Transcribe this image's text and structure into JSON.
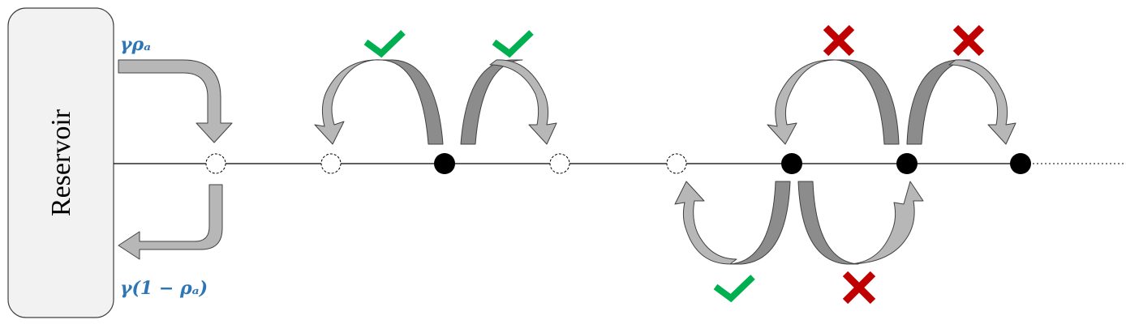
{
  "reservoir": {
    "label": "Reservoir"
  },
  "rates": {
    "injection_label": "γρₐ",
    "removal_label": "γ(1 − ρₐ)"
  },
  "lattice": {
    "sites": [
      "empty",
      "empty",
      "occupied",
      "empty",
      "empty",
      "occupied",
      "occupied",
      "occupied"
    ]
  },
  "colors": {
    "allowed": "#00b050",
    "forbidden": "#c00000",
    "rate_label": "#2e75b6",
    "arrow_fill": "#b7b7b7",
    "arrow_shade": "#8c8c8c"
  },
  "icons": {
    "allowed": "check-icon",
    "forbidden": "cross-icon"
  }
}
